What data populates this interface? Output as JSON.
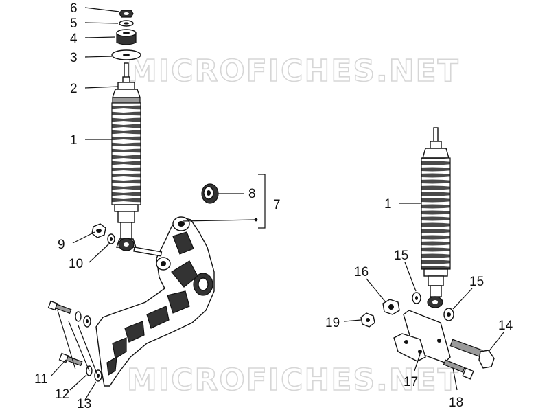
{
  "watermark": "MICROFICHES.NET",
  "labels": {
    "l1a": "1",
    "l1b": "1",
    "l2": "2",
    "l3": "3",
    "l4": "4",
    "l5": "5",
    "l6": "6",
    "l7": "7",
    "l8": "8",
    "l9": "9",
    "l10": "10",
    "l11": "11",
    "l12": "12",
    "l13": "13",
    "l14": "14",
    "l15a": "15",
    "l15b": "15",
    "l16": "16",
    "l17": "17",
    "l18": "18",
    "l19": "19"
  }
}
